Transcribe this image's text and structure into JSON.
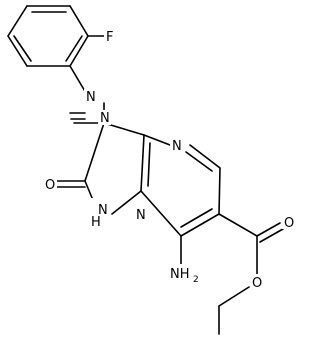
{
  "structure": {
    "atom_labels": {
      "fluorine": "F",
      "azo_n1": "N",
      "azo_n2": "N",
      "ring_n_top": "N",
      "ring_n_bridge": "N",
      "nh": "N",
      "nh_h": "H",
      "carbonyl_o": "O",
      "amine": "NH",
      "amine_subscript": "2",
      "ester_carbonyl_o": "O",
      "ester_o": "O"
    }
  }
}
